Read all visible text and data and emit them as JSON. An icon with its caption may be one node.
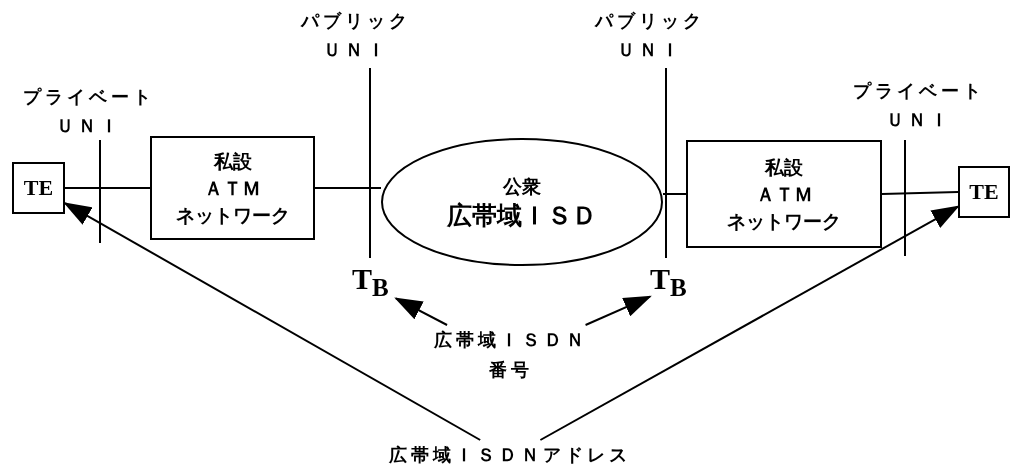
{
  "diagram": {
    "nodes": [
      {
        "text": [
          "TE"
        ]
      },
      {
        "text": [
          "私設",
          "ＡＴＭ",
          "ネットワーク"
        ]
      },
      {
        "text": [
          "公衆",
          "広帯域ＩＳＤ"
        ]
      },
      {
        "text": [
          "私設",
          "ＡＴＭ",
          "ネットワーク"
        ]
      },
      {
        "text": [
          "TE"
        ]
      },
      {
        "text": [
          "T$_{B}$"
        ]
      },
      {
        "text": [
          "T$_{B}$"
        ]
      },
      {
        "text": [
          "広帯域ＩＳＤＮ番号"
        ]
      },
      {
        "text": [
          "広帯域ＩＳＤＮアドレス"
        ]
      }
    ],
    "edges": [
      {
        "from": 0,
        "to": 1,
        "arrow": "none"
      },
      {
        "from": 1,
        "to": 2,
        "arrow": "none"
      },
      {
        "from": 2,
        "to": 3,
        "arrow": "none"
      },
      {
        "from": 3,
        "to": 4,
        "arrow": "none"
      },
      {
        "from": 7,
        "to": 5,
        "arrow": "to"
      },
      {
        "from": 7,
        "to": 6,
        "arrow": "to"
      },
      {
        "from": 8,
        "to": 0,
        "arrow": "to"
      },
      {
        "from": 8,
        "to": 4,
        "arrow": "to"
      }
    ],
    "labels": [
      "パブリックＵＮＩ",
      "パブリックＵＮＩ",
      "プライベートＵＮＩ",
      "プライベートＵＮＩ"
    ]
  }
}
